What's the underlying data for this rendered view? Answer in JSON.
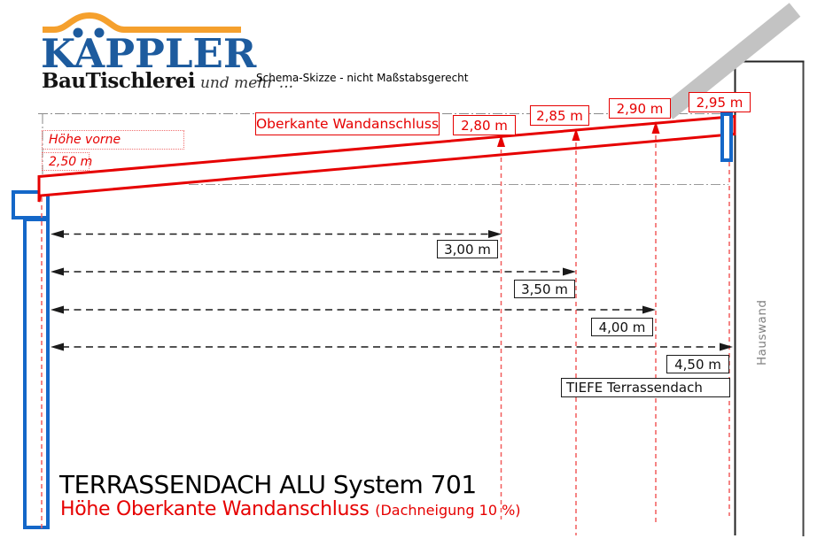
{
  "header": {
    "brand": "KÄPPLER",
    "brand_display": "KAPPLER",
    "brand_sub": "BauTischlerei",
    "brand_tagline": "und mehr ...",
    "note": "Schema-Skizze - nicht Maßstabsgerecht"
  },
  "labels": {
    "oberkante": "Oberkante Wandanschluss",
    "hoehe_vorne": "Höhe vorne",
    "front_height": "2,50 m",
    "wall_heights": [
      "2,80 m",
      "2,85 m",
      "2,90 m",
      "2,95 m"
    ],
    "depths": [
      "3,00 m",
      "3,50 m",
      "4,00 m",
      "4,50 m"
    ],
    "tiefe": "TIEFE Terrassendach",
    "hauswand": "Hauswand"
  },
  "footer": {
    "title": "TERRASSENDACH ALU System 701",
    "subtitle": "Höhe Oberkante Wandanschluss",
    "subtitle_note": "(Dachneigung 10 %)"
  },
  "colors": {
    "accent_red": "#e60000",
    "dashed_red": "#f25c5c",
    "post_blue": "#1467c8",
    "logo_blue": "#1d5b9e",
    "logo_orange": "#f5a02d",
    "house_roof_gray": "#c3c3c3",
    "refline_gray": "#8a8a8a"
  }
}
